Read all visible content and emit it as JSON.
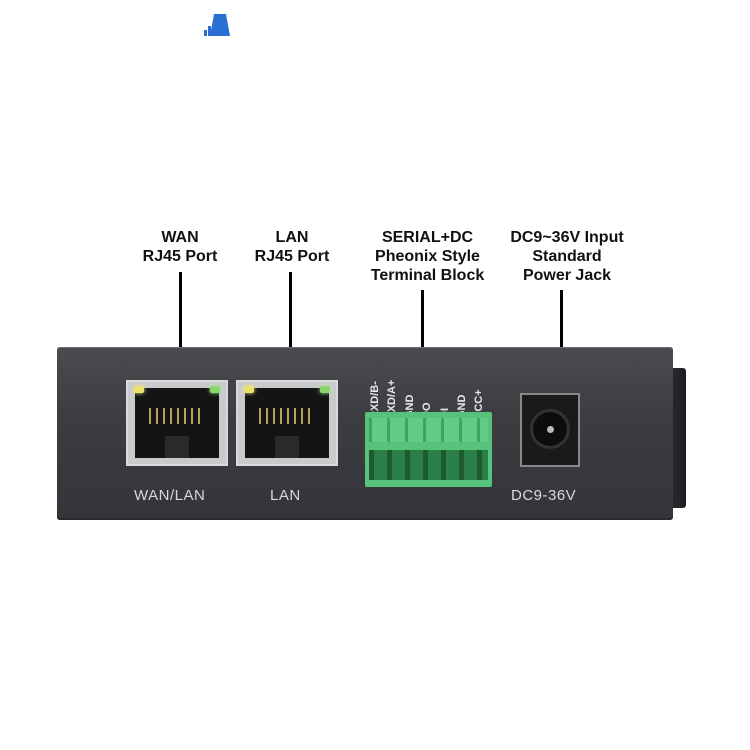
{
  "callouts": {
    "wan": [
      "WAN",
      "RJ45 Port"
    ],
    "lan": [
      "LAN",
      "RJ45 Port"
    ],
    "serial": [
      "SERIAL+DC",
      "Pheonix Style",
      "Terminal Block"
    ],
    "power": [
      "DC9~36V Input",
      "Standard",
      "Power Jack"
    ]
  },
  "panel_labels": {
    "wan_lan": "WAN/LAN",
    "lan": "LAN",
    "dc": "DC9-36V"
  },
  "terminal_pins": [
    "RXD/B-",
    "TXD/A+",
    "GND",
    "DO",
    "DI",
    "GND",
    "VCC+"
  ],
  "colors": {
    "device_body": "#3b3d41",
    "terminal_block": "#57c27a",
    "led_yellow": "#e8e26a",
    "led_green": "#8bd66a",
    "logo_blue": "#2a6fd1"
  }
}
